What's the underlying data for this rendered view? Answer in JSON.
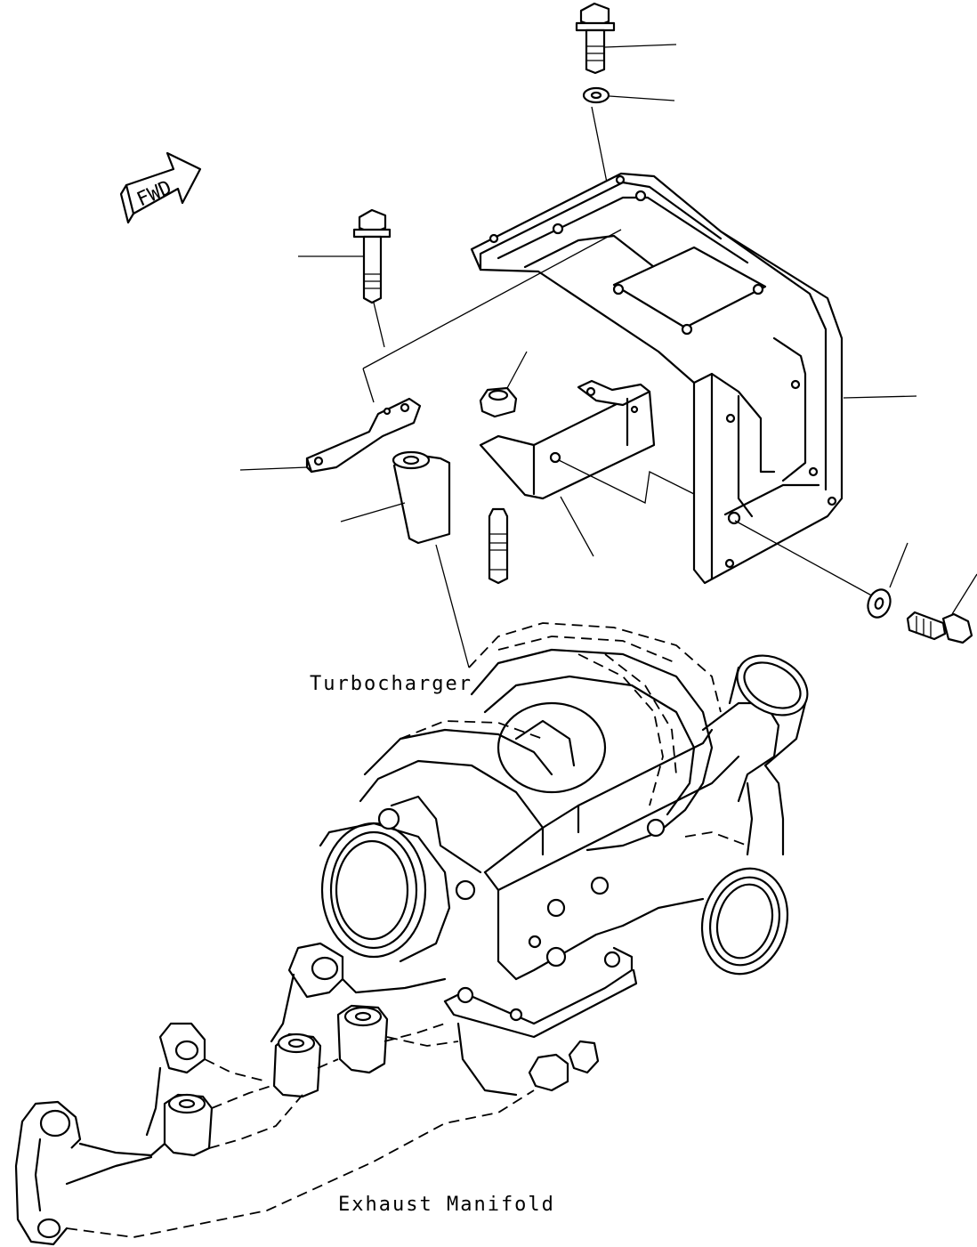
{
  "labels": {
    "turbocharger": "Turbocharger",
    "exhaust_manifold": "Exhaust Manifold",
    "fwd": "FWD"
  }
}
